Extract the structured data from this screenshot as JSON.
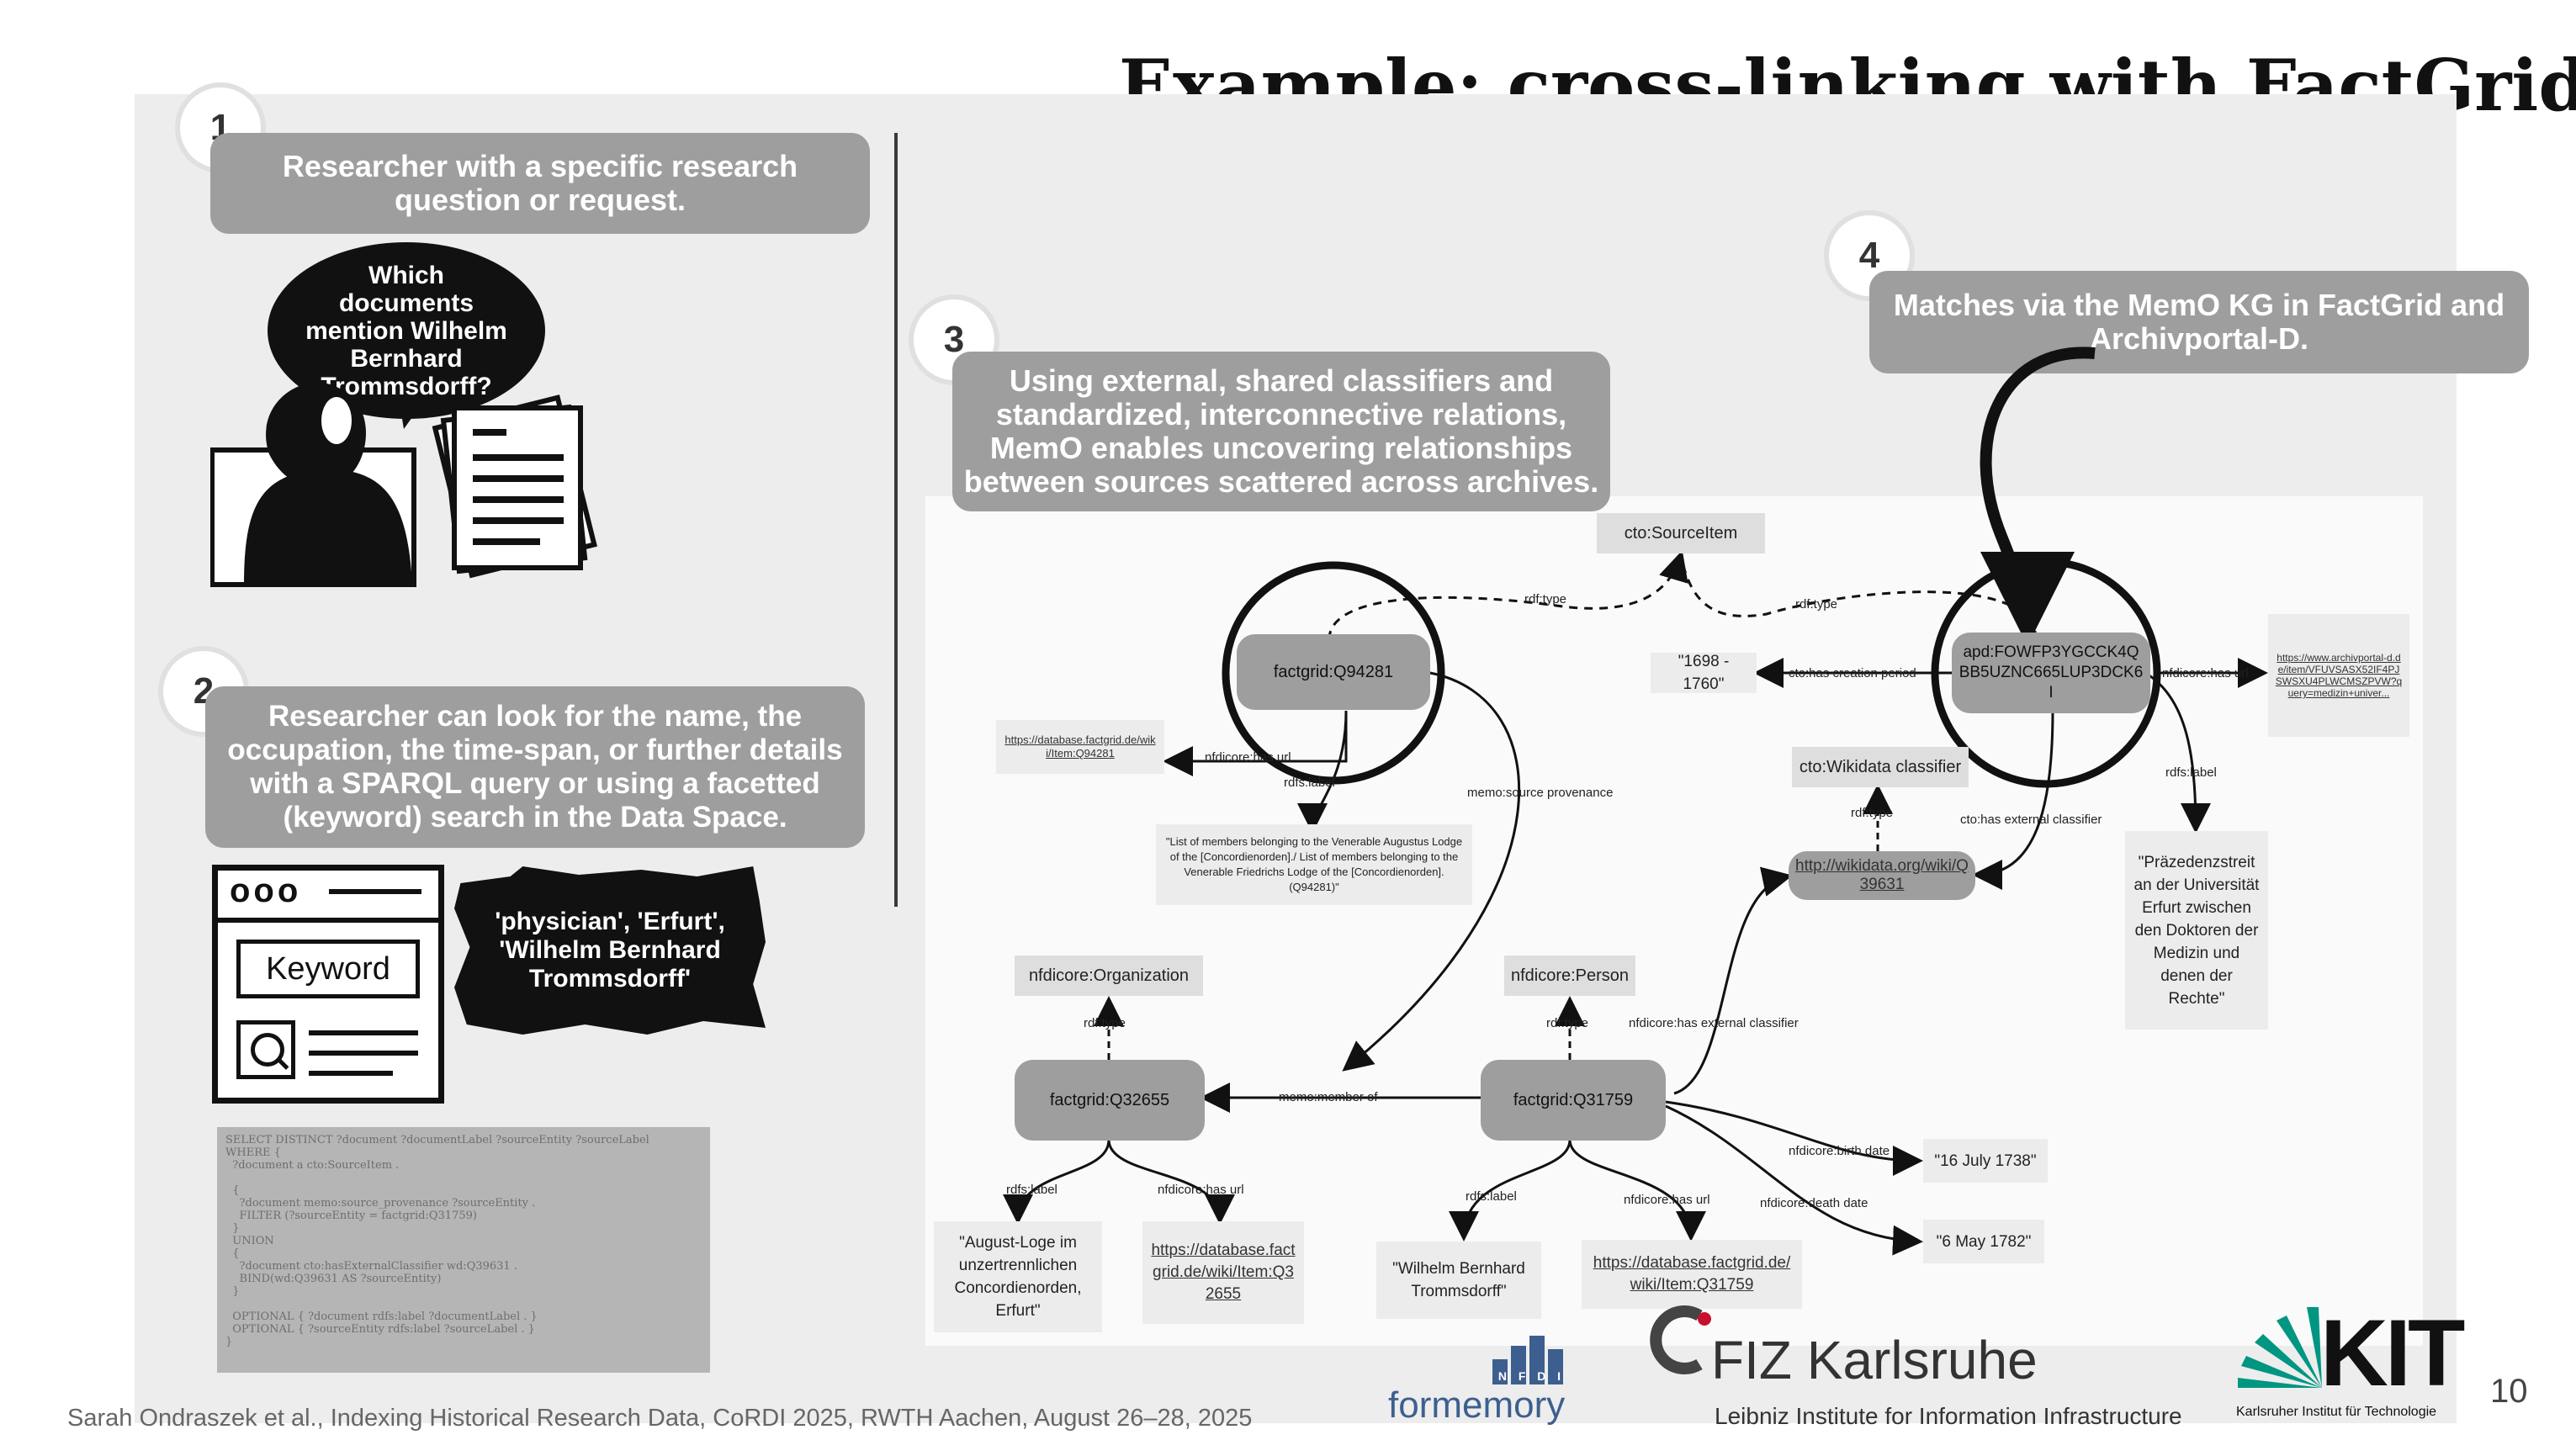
{
  "title": "Example: cross-linking with FactGrid",
  "steps": [
    {
      "number": "1",
      "text": "Researcher with a specific research question or request."
    },
    {
      "number": "2",
      "text": "Researcher can look for the name, the occupation, the time-span, or further details with a SPARQL query or using a facetted (keyword) search in the Data Space."
    },
    {
      "number": "3",
      "text": "Using external, shared classifiers and standardized, interconnective relations, MemO enables uncovering relationships between sources scattered across archives."
    },
    {
      "number": "4",
      "text": "Matches via the MemO KG in FactGrid and Archivportal-D."
    }
  ],
  "speech_bubble": "Which documents mention Wilhelm Bernhard Trommsdorff?",
  "search_window": {
    "dots": "ooo",
    "keyword": "Keyword"
  },
  "keywords_bubble": "'physician', 'Erfurt', 'Wilhelm Bernhard Trommsdorff'",
  "sparql_lines": [
    "SELECT DISTINCT ?document ?documentLabel ?sourceEntity ?sourceLabel",
    "WHERE {",
    "  ?document a cto:SourceItem .",
    "",
    "  {",
    "    ?document memo:source_provenance ?sourceEntity .",
    "    FILTER (?sourceEntity = factgrid:Q31759)",
    "  }",
    "  UNION",
    "  {",
    "    ?document cto:hasExternalClassifier wd:Q39631 .",
    "    BIND(wd:Q39631 AS ?sourceEntity)",
    "  }",
    "",
    "  OPTIONAL { ?document rdfs:label ?documentLabel . }",
    "  OPTIONAL { ?sourceEntity rdfs:label ?sourceLabel . }",
    "}"
  ],
  "graph": {
    "nodes": {
      "source_item": "cto:SourceItem",
      "q94281": "factgrid:Q94281",
      "apd": "apd:FOWFP3YGCCK4QBB5UZNC665LUP3DCK6I",
      "creation_period": "\"1698 - 1760\"",
      "q94281_url": "https://database.factgrid.de/wiki/Item:Q94281",
      "q94281_label": "\"List of members belonging to the Venerable Augustus Lodge of the [Concordienorden]./ List of members belonging to the Venerable Friedrichs Lodge of the [Concordienorden]. (Q94281)\"",
      "apd_url": "https://www.archivportal-d.de/item/VFUVSASX52IF4PJSWSXU4PLWCMSZPVW?query=medizin+univer...",
      "wikidata_classifier": "cto:Wikidata classifier",
      "wikidata_url": "http://wikidata.org/wiki/Q39631",
      "apd_label": "\"Präzedenzstreit an der Universität Erfurt zwischen den Doktoren der Medizin und denen der Rechte\"",
      "organization": "nfdicore:Organization",
      "person": "nfdicore:Person",
      "q32655": "factgrid:Q32655",
      "q31759": "factgrid:Q31759",
      "q32655_label": "\"August-Loge im unzertrennlichen Concordienorden, Erfurt\"",
      "q32655_url": "https://database.factgrid.de/wiki/Item:Q32655",
      "q31759_label": "\"Wilhelm Bernhard Trommsdorff\"",
      "q31759_url": "https://database.factgrid.de/wiki/Item:Q31759",
      "birth_date": "\"16 July 1738\"",
      "death_date": "\"6 May 1782\""
    },
    "edges": {
      "rdf_type": "rdf:type",
      "has_url": "nfdicore:has url",
      "rdfs_label": "rdfs:label",
      "source_provenance": "memo:source provenance",
      "has_creation_period": "cto:has creation period",
      "has_external_classifier": "cto:has external classifier",
      "nfdi_has_external_classifier": "nfdicore:has external classifier",
      "member_of": "memo:member of",
      "birth_date": "nfdicore:birth date",
      "death_date": "nfdicore:death date"
    }
  },
  "footer": "Sarah Ondraszek et al., Indexing Historical Research Data, CoRDI 2025, RWTH Aachen, August 26–28, 2025",
  "page_number": "10",
  "logos": {
    "nfdi_letters": [
      "N",
      "F",
      "D",
      "I"
    ],
    "nfdi_word_a": "for",
    "nfdi_word_b": "memory",
    "fiz_name": "FIZ Karlsruhe",
    "fiz_sub": "Leibniz Institute for Information Infrastructure",
    "kit_name": "KIT",
    "kit_sub": "Karlsruher Institut für Technologie"
  }
}
